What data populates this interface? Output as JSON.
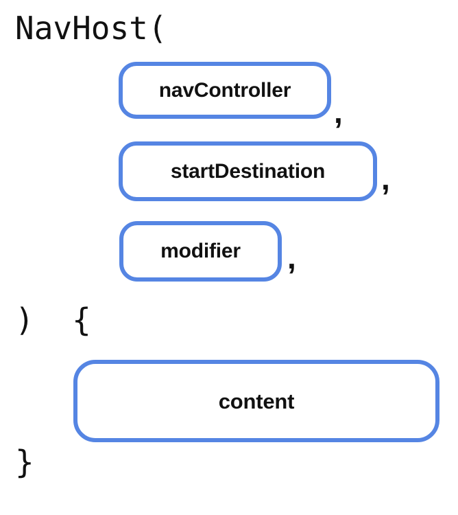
{
  "figure": {
    "kind": "code-structure-diagram",
    "background_color": "#ffffff",
    "accent_color": "#5585e3",
    "text_color": "#111111"
  },
  "code": {
    "signature_open": "NavHost(",
    "signature_close": ")  {",
    "block_close": "}"
  },
  "parameters": [
    {
      "label": "navController",
      "separator": ","
    },
    {
      "label": "startDestination",
      "separator": ","
    },
    {
      "label": "modifier",
      "separator": ","
    }
  ],
  "body": {
    "label": "content"
  }
}
